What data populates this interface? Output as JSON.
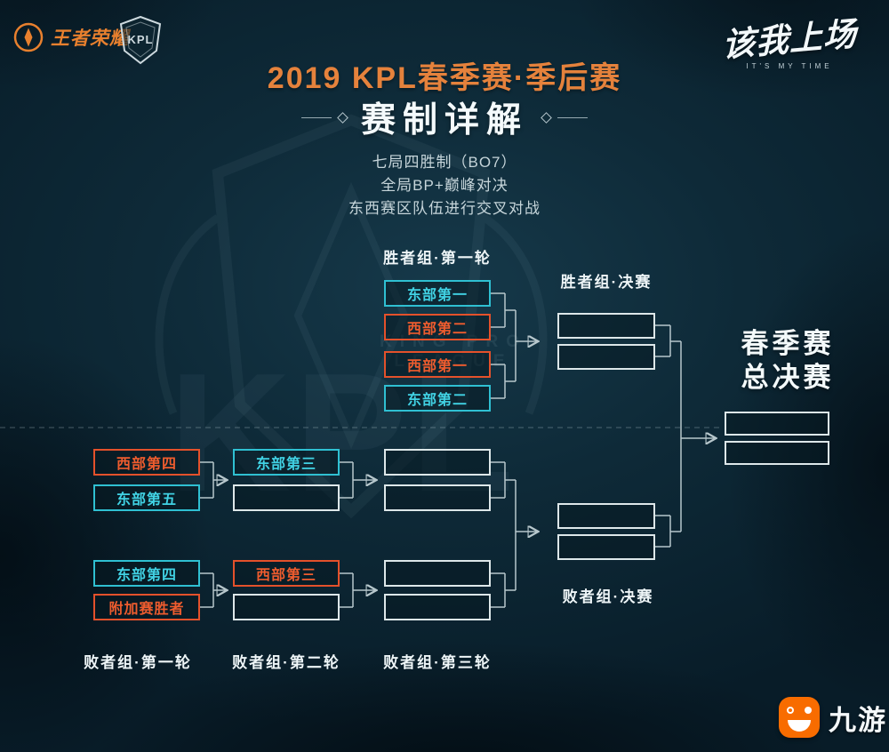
{
  "header": {
    "brand_left": {
      "name": "王者荣耀"
    },
    "brand_kpl": {
      "name": "KPL"
    },
    "brand_right": {
      "name": "该我上场",
      "sub": "IT'S MY TIME"
    },
    "title": "2019 KPL春季赛·季后赛",
    "subtitle": "赛制详解",
    "rules": [
      "七局四胜制（BO7）",
      "全局BP+巅峰对决",
      "东西赛区队伍进行交叉对战"
    ]
  },
  "colors": {
    "east_teal": "#2fc0d2",
    "west_orange": "#e4512b",
    "empty_border": "#dde7e9",
    "title_orange": "#e5823c",
    "background": "#0e2a38"
  },
  "watermark": {
    "text": "KPL",
    "subtext": "KING PRO LEAGUE"
  },
  "bracket": {
    "winners_round1": {
      "label": "胜者组·第一轮",
      "slots": [
        {
          "label": "东部第一",
          "region": "east"
        },
        {
          "label": "西部第二",
          "region": "west"
        },
        {
          "label": "西部第一",
          "region": "west"
        },
        {
          "label": "东部第二",
          "region": "east"
        }
      ]
    },
    "winners_final": {
      "label": "胜者组·决赛",
      "slots": [
        {
          "label": ""
        },
        {
          "label": ""
        }
      ]
    },
    "grand_final": {
      "label_line1": "春季赛",
      "label_line2": "总决赛",
      "slots": [
        {
          "label": ""
        },
        {
          "label": ""
        }
      ]
    },
    "losers_round1": {
      "label": "败者组·第一轮",
      "slots": [
        {
          "label": "西部第四",
          "region": "west"
        },
        {
          "label": "东部第五",
          "region": "east"
        },
        {
          "label": "东部第四",
          "region": "east"
        },
        {
          "label": "附加赛胜者",
          "region": "west"
        }
      ]
    },
    "losers_round2": {
      "label": "败者组·第二轮",
      "slots": [
        {
          "label": "东部第三",
          "region": "east"
        },
        {
          "label": "",
          "region": "empty"
        },
        {
          "label": "西部第三",
          "region": "west"
        },
        {
          "label": "",
          "region": "empty"
        }
      ]
    },
    "losers_round3": {
      "label": "败者组·第三轮",
      "slots": [
        {
          "label": ""
        },
        {
          "label": ""
        },
        {
          "label": ""
        },
        {
          "label": ""
        }
      ]
    },
    "losers_final": {
      "label": "败者组·决赛",
      "slots": [
        {
          "label": ""
        },
        {
          "label": ""
        }
      ]
    }
  },
  "footer": {
    "brand": "九游"
  }
}
